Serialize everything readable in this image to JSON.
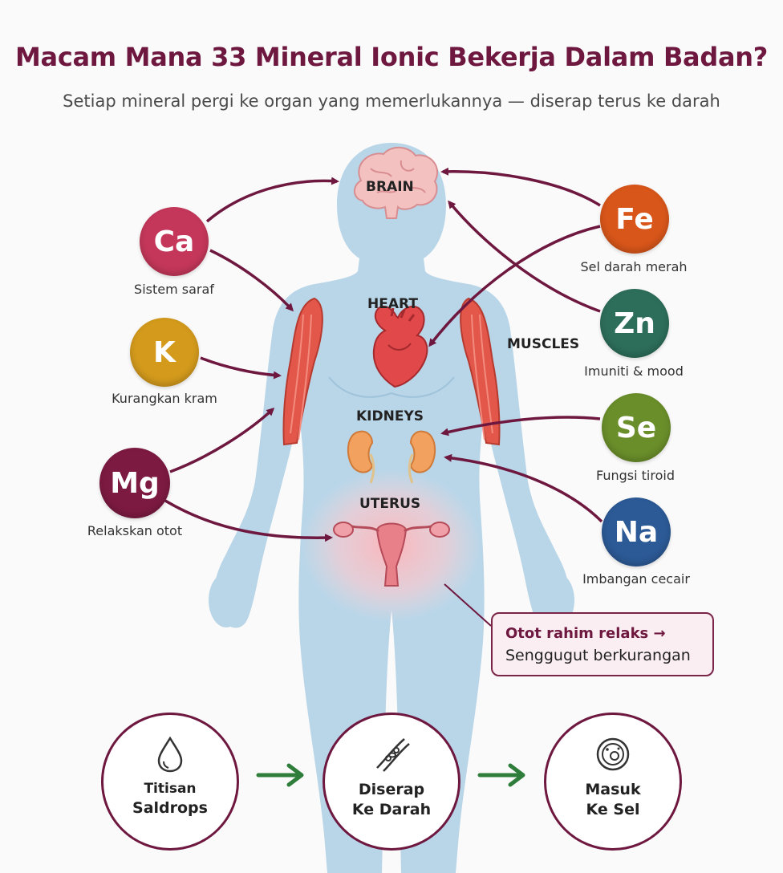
{
  "title": "Macam Mana 33 Mineral Ionic Bekerja Dalam Badan?",
  "subtitle": "Setiap mineral pergi ke organ yang memerlukannya — diserap terus ke darah",
  "organs": {
    "brain": "BRAIN",
    "heart": "HEART",
    "muscles": "MUSCLES",
    "kidneys": "KIDNEYS",
    "uterus": "UTERUS"
  },
  "minerals": [
    {
      "symbol": "Ca",
      "caption": "Sistem saraf",
      "color": "#c4375a"
    },
    {
      "symbol": "K",
      "caption": "Kurangkan kram",
      "color": "#d39a1c"
    },
    {
      "symbol": "Mg",
      "caption": "Relakskan otot",
      "color": "#7d1a42"
    },
    {
      "symbol": "Fe",
      "caption": "Sel darah merah",
      "color": "#d8561a"
    },
    {
      "symbol": "Zn",
      "caption": "Imuniti & mood",
      "color": "#2d6e5a"
    },
    {
      "symbol": "Se",
      "caption": "Fungsi tiroid",
      "color": "#6a8e2a"
    },
    {
      "symbol": "Na",
      "caption": "Imbangan cecair",
      "color": "#2c5a96"
    }
  ],
  "callout": {
    "line1": "Otot rahim relaks →",
    "line2": "Senggugut berkurangan"
  },
  "steps": [
    {
      "line1": "Titisan",
      "line2": "Saldrops",
      "icon": "droplet-icon"
    },
    {
      "line1": "Diserap",
      "line2": "Ke Darah",
      "icon": "blood-vessel-icon"
    },
    {
      "line1": "Masuk",
      "line2": "Ke Sel",
      "icon": "cell-icon"
    }
  ],
  "colors": {
    "title": "#6e1840",
    "arrow": "#6e1840",
    "body": "#b9d6e8",
    "flow_arrow": "#2e7d3a"
  }
}
